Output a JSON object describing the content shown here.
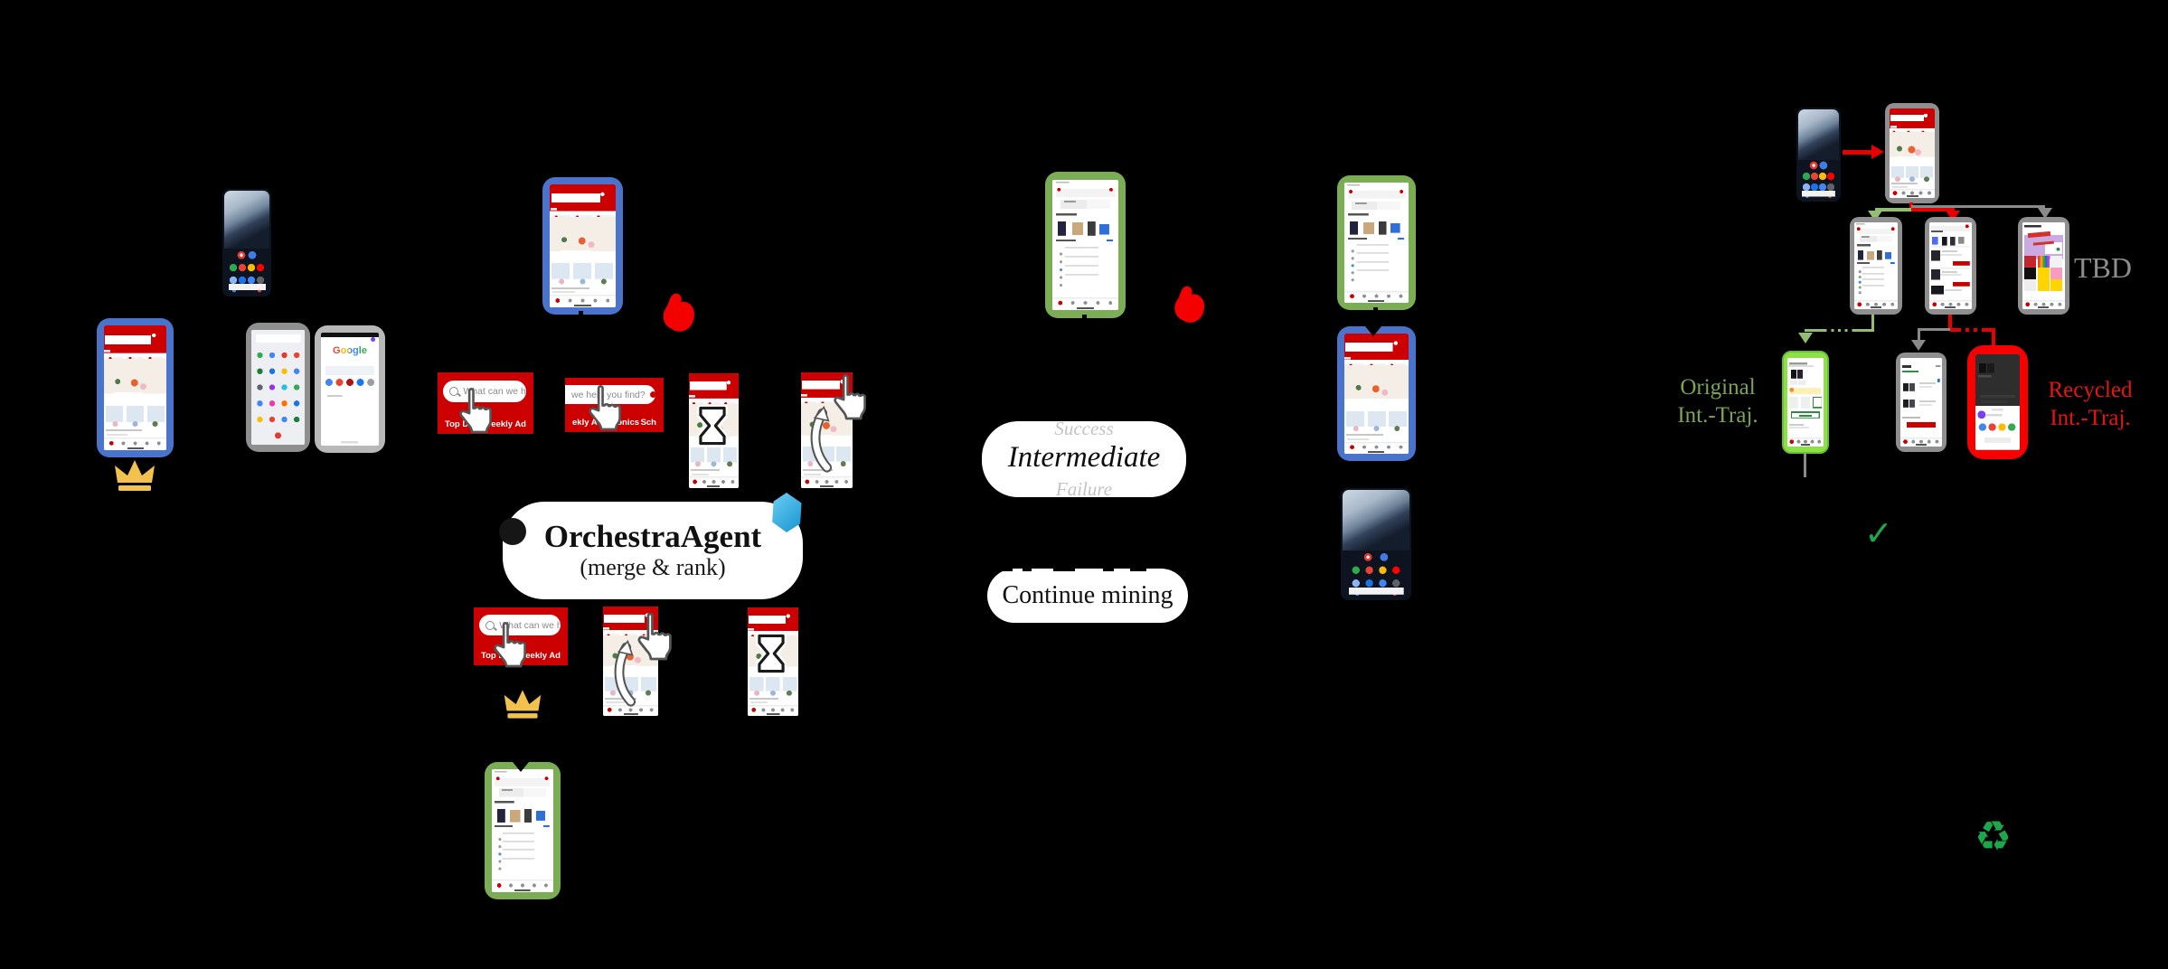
{
  "figure": {
    "orchestra_agent": {
      "title": "OrchestraAgent",
      "subtitle": "(merge & rank)"
    },
    "outcome": {
      "success": "Success",
      "intermediate": "Intermediate",
      "failure": "Failure"
    },
    "actions": {
      "continue_mining": "Continue mining"
    },
    "branch": {
      "tbd": "TBD"
    },
    "trajectories": {
      "original": {
        "line1": "Original",
        "line2": "Int.-Traj."
      },
      "recycled": {
        "line1": "Recycled",
        "line2": "Int.-Traj."
      }
    },
    "target_search_widget": {
      "placeholder_left": "What can we help",
      "placeholder_right": "we help you find?",
      "top_deals": "Top De",
      "weekly_ad": "Weekly Ad",
      "fragments": {
        "a": "ekly A",
        "b": "lectronics",
        "c": "Sch"
      }
    },
    "chrome_page": {
      "logo": "Google"
    },
    "glyphs": {
      "check": "✓",
      "recycle": "♻"
    }
  },
  "colors": {
    "background": "#000000",
    "target_red": "#cc0000",
    "frame_blue": "#4a74cc",
    "frame_green": "#7bad55",
    "frame_gray": "#8f8f8f",
    "frame_light_gray": "#b8b8b8",
    "frame_red": "#ff0000",
    "line_green": "#93bd72",
    "line_red": "#ee0000",
    "line_gray": "#8a8a8a",
    "accent_green": "#1da64c",
    "label_green": "#7ca357",
    "label_red": "#e81414",
    "label_gray": "#8d8d8d",
    "muted_text": "#c3c3c3",
    "gold": "#f2c14e",
    "gem_blue": "#24aae2"
  }
}
